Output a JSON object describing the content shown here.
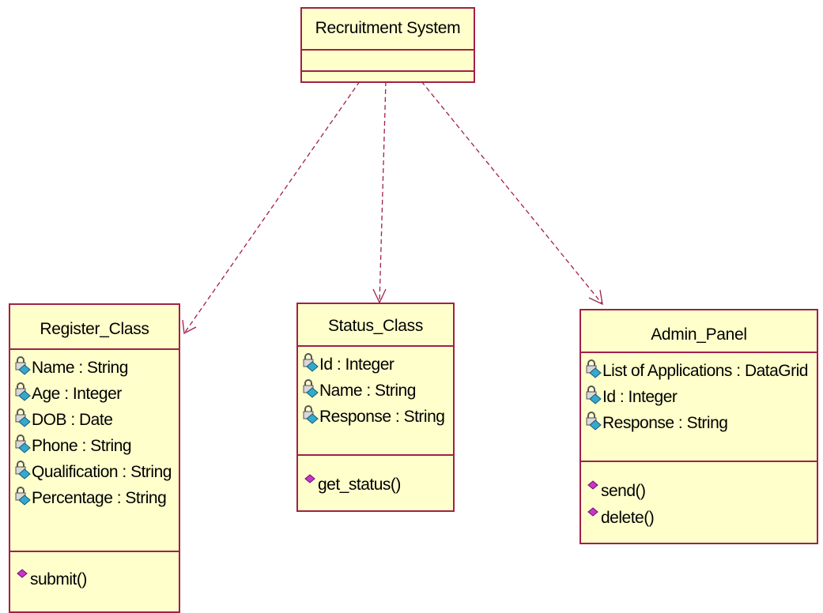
{
  "colors": {
    "border": "#a0204a",
    "fill": "#ffffcc",
    "connector": "#a0204a",
    "attribute_icon": "#33aacc",
    "operation_icon": "#cc33cc"
  },
  "recruitment_system": {
    "name": "Recruitment System"
  },
  "register_class": {
    "name": "Register_Class",
    "attributes": [
      "Name : String",
      "Age : Integer",
      "DOB : Date",
      "Phone : String",
      "Qualification : String",
      "Percentage : String"
    ],
    "operations": [
      "submit()"
    ]
  },
  "status_class": {
    "name": "Status_Class",
    "attributes": [
      "Id : Integer",
      "Name : String",
      "Response : String"
    ],
    "operations": [
      "get_status()"
    ]
  },
  "admin_panel": {
    "name": "Admin_Panel",
    "attributes": [
      "List of Applications : DataGrid",
      "Id : Integer",
      "Response : String"
    ],
    "operations": [
      "send()",
      "delete()"
    ]
  },
  "icons": {
    "attribute": "private-attribute-icon",
    "operation": "public-operation-icon"
  }
}
